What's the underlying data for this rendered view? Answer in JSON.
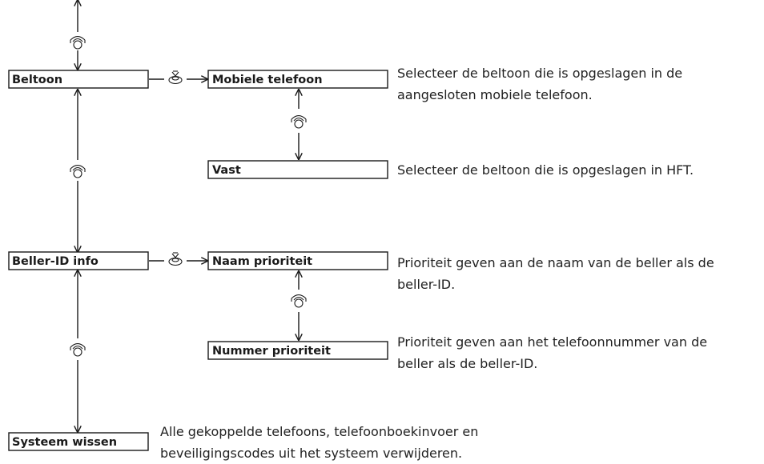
{
  "menu": {
    "beltoon": {
      "label": "Beltoon"
    },
    "mobiele_telefoon": {
      "label": "Mobiele telefoon",
      "description": [
        "Selecteer de beltoon die is opgeslagen in de",
        "aangesloten mobiele telefoon."
      ]
    },
    "vast": {
      "label": "Vast",
      "description": [
        "Selecteer de beltoon die is opgeslagen in HFT."
      ]
    },
    "beller_id_info": {
      "label": "Beller-ID info"
    },
    "naam_prioriteit": {
      "label": "Naam prioriteit",
      "description": [
        "Prioriteit geven aan de naam van de beller als de",
        "beller-ID."
      ]
    },
    "nummer_prioriteit": {
      "label": "Nummer prioriteit",
      "description": [
        "Prioriteit geven aan het telefoonnummer van de",
        "beller als de beller-ID."
      ]
    },
    "systeem_wissen": {
      "label": "Systeem wissen",
      "description": [
        "Alle gekoppelde telefoons, telefoonboekinvoer en",
        "beveiligingscodes uit het systeem verwijderen."
      ]
    }
  },
  "icons": {
    "rotate": "rotate-knob-icon",
    "press": "press-knob-icon"
  }
}
